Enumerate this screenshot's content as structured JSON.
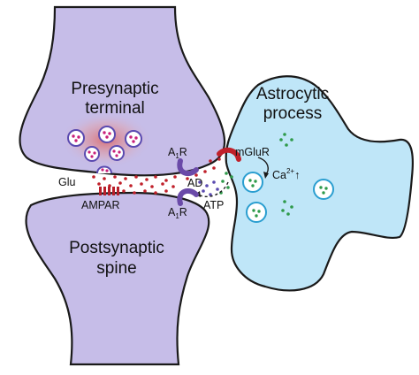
{
  "labels": {
    "presynaptic_line1": "Presynaptic",
    "presynaptic_line2": "terminal",
    "postsynaptic_line1": "Postsynaptic",
    "postsynaptic_line2": "spine",
    "astro_line1": "Astrocytic",
    "astro_line2": "process",
    "glu": "Glu",
    "ampar": "AMPAR",
    "a1r_top_main": "A",
    "a1r_top_sub": "1",
    "a1r_top_end": "R",
    "a1r_bottom_main": "A",
    "a1r_bottom_sub": "1",
    "a1r_bottom_end": "R",
    "ad": "AD",
    "atp": "ATP",
    "mglur": "mGluR",
    "ca_main": "Ca",
    "ca_sup": "2+",
    "ca_arrow": "↑"
  },
  "colors": {
    "neuron_fill": "#c6bde8",
    "neuron_stroke": "#1a1a1a",
    "astro_fill": "#bfe6f8",
    "glutamate_dot": "#c0202a",
    "adenosine_dot": "#5a4ab0",
    "atp_dot": "#2e9a4a",
    "receptor_purple": "#6a4aa8",
    "mglur_red": "#c0202a",
    "ampar_red": "#b81e2a",
    "vesicle_fill": "#ffffff",
    "vesicle_pink": "#c8207a",
    "astro_vesicle_stroke": "#2a9ed0"
  },
  "icons": {
    "vesicle": "vesicle-icon",
    "receptor": "receptor-icon",
    "arrow": "arrow-icon"
  }
}
